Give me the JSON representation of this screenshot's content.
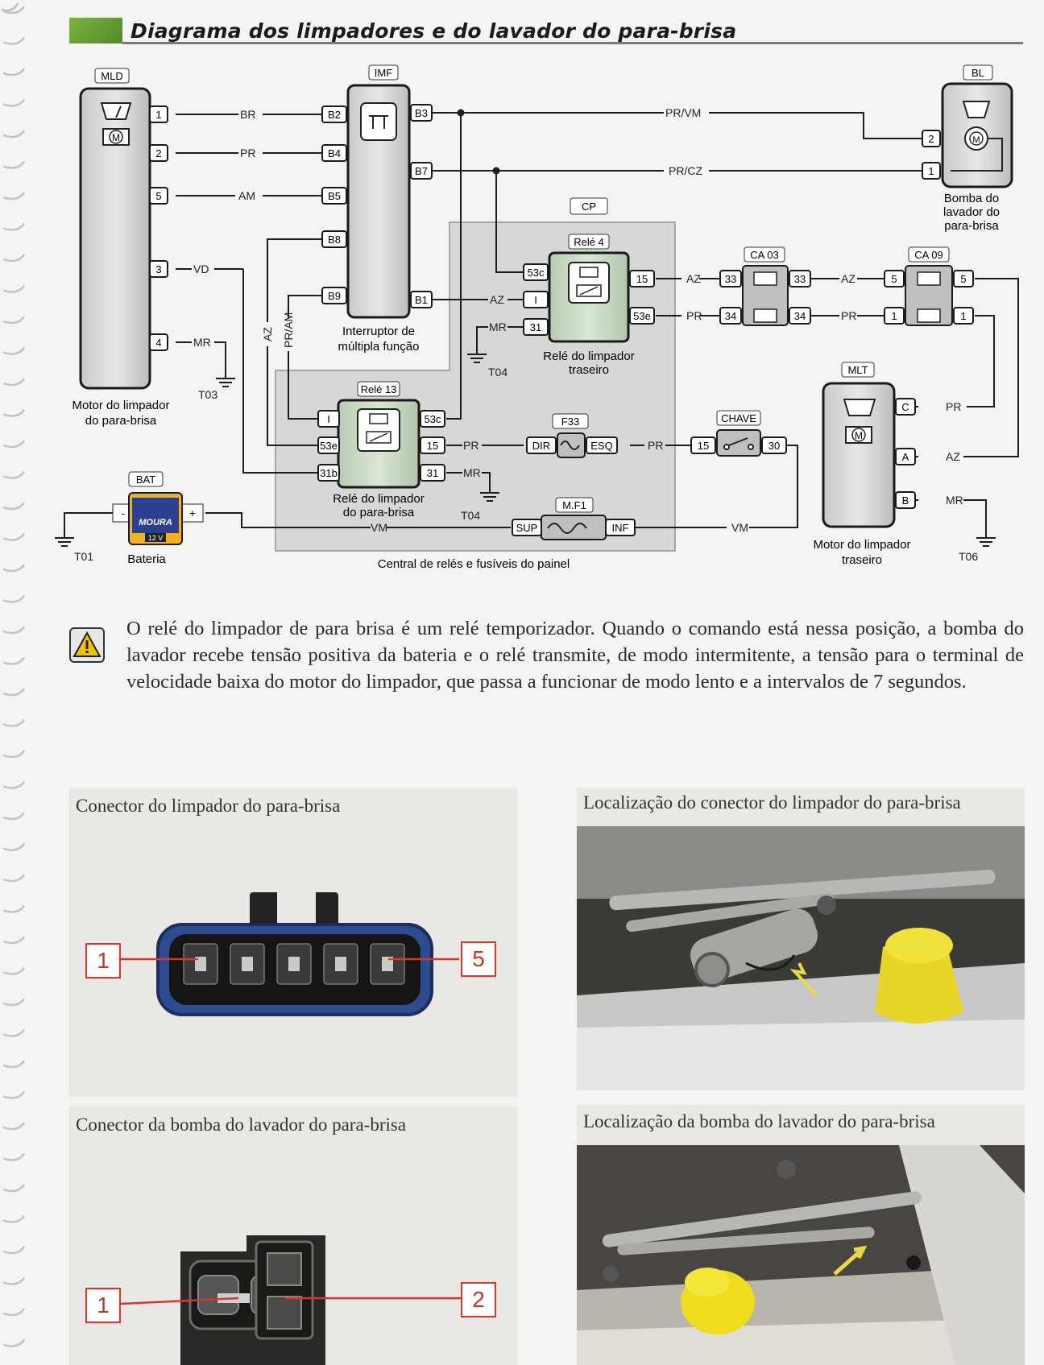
{
  "header": {
    "title": "Diagrama dos limpadores e do lavador do para-brisa"
  },
  "diagram": {
    "components": {
      "mld": {
        "tag": "MLD",
        "label_line1": "Motor do limpador",
        "label_line2": "do para-brisa",
        "pins": [
          "1",
          "2",
          "5",
          "3",
          "4"
        ],
        "motor": "M"
      },
      "imf": {
        "tag": "IMF",
        "label_line1": "Interruptor de",
        "label_line2": "múltipla função",
        "pins_left": [
          "B2",
          "B4",
          "B5",
          "B8",
          "B9"
        ],
        "pins_right": [
          "B3",
          "B7",
          "B1"
        ]
      },
      "bl": {
        "tag": "BL",
        "label_line1": "Bomba do",
        "label_line2": "lavador do",
        "label_line3": "para-brisa",
        "pins": [
          "2",
          "1"
        ],
        "motor": "M"
      },
      "cp": {
        "tag": "CP",
        "label": "Central de relés e fusíveis do painel"
      },
      "rele4": {
        "tag": "Relé 4",
        "label_line1": "Relé do limpador",
        "label_line2": "traseiro",
        "pins_left": [
          "53c",
          "I",
          "31"
        ],
        "pins_right": [
          "15",
          "53e"
        ]
      },
      "rele13": {
        "tag": "Relé 13",
        "label_line1": "Relé do limpador",
        "label_line2": "do para-brisa",
        "pins_left": [
          "I",
          "53e",
          "31b"
        ],
        "pins_right": [
          "53c",
          "15",
          "31"
        ]
      },
      "ca03": {
        "tag": "CA 03",
        "pins": [
          "33",
          "33",
          "34",
          "34"
        ]
      },
      "ca09": {
        "tag": "CA 09",
        "pins": [
          "5",
          "5",
          "1",
          "1"
        ]
      },
      "f33": {
        "tag": "F33",
        "left": "DIR",
        "right": "ESQ"
      },
      "chave": {
        "tag": "CHAVE",
        "left": "15",
        "right": "30"
      },
      "mf1": {
        "tag": "M.F1",
        "left": "SUP",
        "right": "INF"
      },
      "mlt": {
        "tag": "MLT",
        "label_line1": "Motor do limpador",
        "label_line2": "traseiro",
        "pins": [
          "C",
          "A",
          "B"
        ],
        "motor": "M"
      },
      "bat": {
        "tag": "BAT",
        "label": "Bateria",
        "brand": "MOURA",
        "voltage": "12 V",
        "neg": "-",
        "pos": "+"
      }
    },
    "wires": {
      "br": "BR",
      "pr": "PR",
      "am": "AM",
      "vd": "VD",
      "mr": "MR",
      "prvm": "PR/VM",
      "prcz": "PR/CZ",
      "az": "AZ",
      "pram": "PR/AM",
      "vm": "VM"
    },
    "grounds": {
      "t01": "T01",
      "t03": "T03",
      "t04": "T04",
      "t06": "T06"
    }
  },
  "note": {
    "icon": "warning-icon",
    "text": "O relé do limpador de para brisa é um relé temporizador. Quando o comando está nessa posição, a bomba do lavador recebe tensão positiva da bateria e o relé transmite, de modo intermitente, a tensão para o terminal de velocidade baixa do motor do limpador, que passa a funcionar de modo lento e a intervalos de 7 segundos."
  },
  "photos": [
    {
      "title": "Conector do limpador do para-brisa",
      "callouts": [
        "1",
        "5"
      ]
    },
    {
      "title": "Localização do conector do limpador do para-brisa"
    },
    {
      "title": "Conector da bomba do lavador do para-brisa",
      "callouts": [
        "1",
        "2"
      ]
    },
    {
      "title": "Localização da bomba do lavador do para-brisa"
    }
  ],
  "colors": {
    "accent_green": "#6ea23a",
    "callout_red": "#d4382c",
    "box_fill": "#d6d6d6",
    "relay_fill": "#c9d9c4"
  }
}
